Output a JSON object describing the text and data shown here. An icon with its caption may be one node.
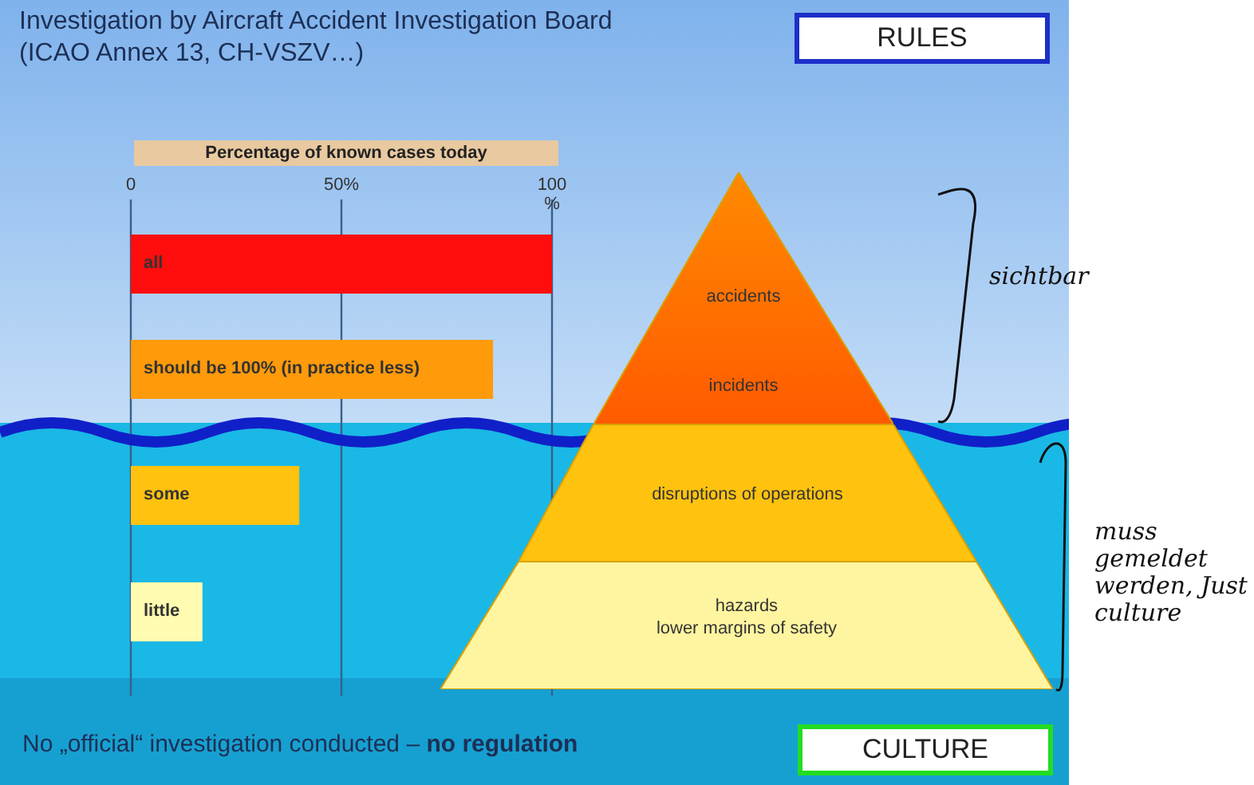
{
  "diagram": {
    "title": "Investigation by Aircraft Accident Investigation Board (ICAO Annex 13, CH-VSZV…)",
    "nodes": [
      {
        "text": [
          "RULES"
        ]
      },
      {
        "text": [
          "accidents",
          "incidents"
        ]
      },
      {
        "text": [
          "disruptions of operations"
        ]
      },
      {
        "text": [
          "hazards",
          "lower margins of safety"
        ]
      },
      {
        "text": [
          "CULTURE"
        ]
      }
    ],
    "edges": [],
    "labels": [
      "sichtbar",
      "muss gemeldet werden, Just culture",
      "No „official“ investigation conducted – **no regulation**"
    ],
    "chart_data": {
      "type": "bar",
      "orientation": "horizontal",
      "title": "Percentage of known cases today",
      "categories": [
        "all",
        "should be 100% (in practice less)",
        "some",
        "little"
      ],
      "values": [
        100,
        86,
        40,
        17
      ],
      "xlim": [
        0,
        100
      ],
      "xticks": [
        {
          "value": 0,
          "label": "0"
        },
        {
          "value": 50,
          "label": "50%"
        },
        {
          "value": 100,
          "label": "100 %"
        }
      ]
    }
  }
}
